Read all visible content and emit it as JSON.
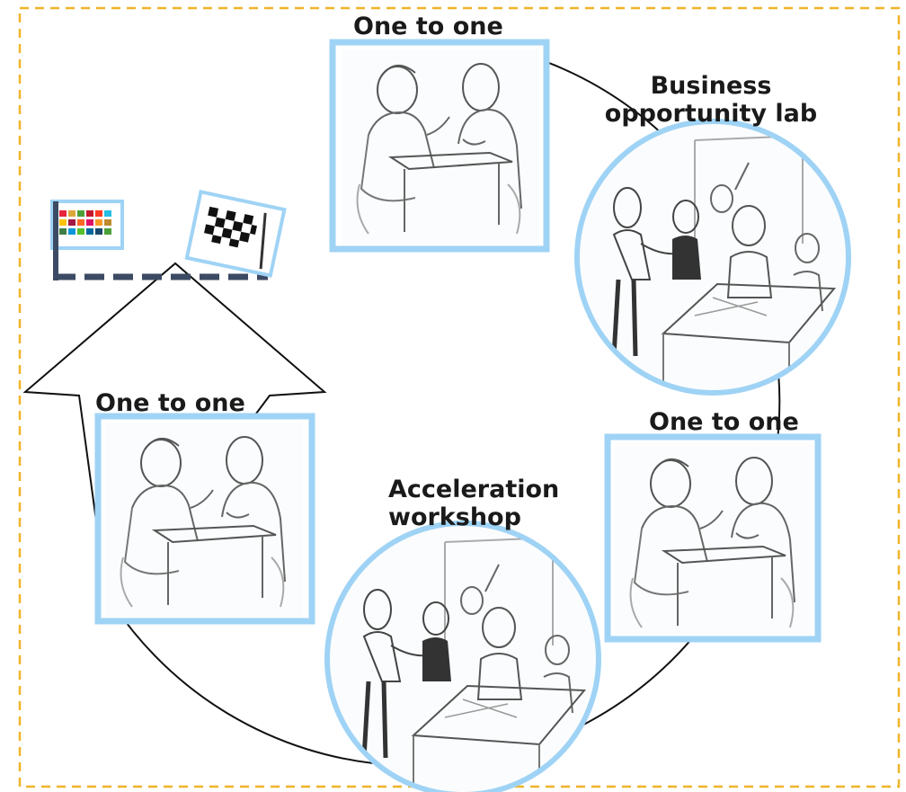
{
  "diagram": {
    "labels": {
      "top_one_to_one": "One to one",
      "business_lab_line1": "Business",
      "business_lab_line2": "opportunity lab",
      "right_one_to_one": "One to one",
      "acceleration_line1": "Acceleration",
      "acceleration_line2": "workshop",
      "left_one_to_one": "One to one"
    },
    "colors": {
      "frame_border": "#f0b429",
      "panel_border": "#9fd3f5",
      "cycle_line": "#111111",
      "flag_pole": "#3c4a63"
    },
    "icons": {
      "start_flag": "sdg-flag-icon",
      "finish_flag": "checkered-flag-icon"
    }
  }
}
